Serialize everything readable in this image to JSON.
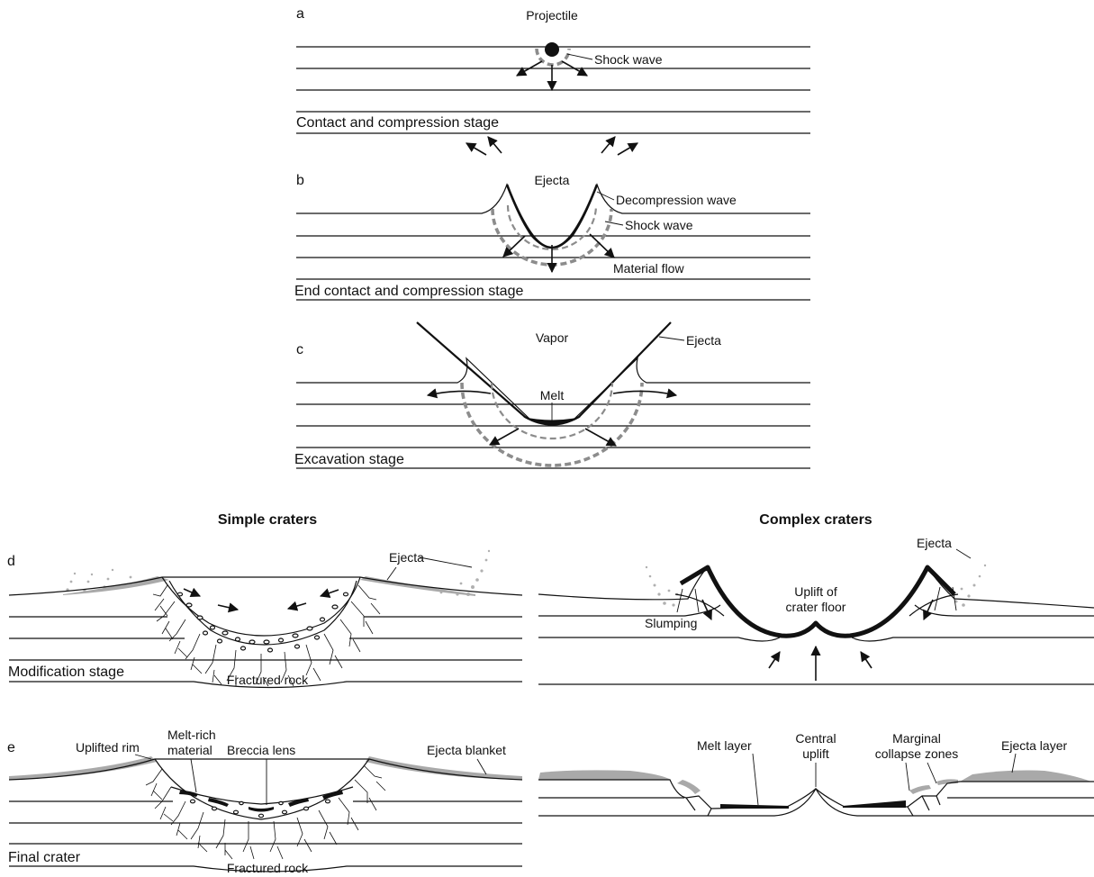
{
  "panels": {
    "a": {
      "letter": "a",
      "projectile": "Projectile",
      "shock_wave": "Shock wave",
      "stage": "Contact and compression stage"
    },
    "b": {
      "letter": "b",
      "ejecta": "Ejecta",
      "decompression_wave": "Decompression wave",
      "shock_wave": "Shock wave",
      "material_flow": "Material flow",
      "stage": "End contact and compression stage"
    },
    "c": {
      "letter": "c",
      "vapor": "Vapor",
      "ejecta": "Ejecta",
      "melt": "Melt",
      "stage": "Excavation stage"
    },
    "d": {
      "letter": "d",
      "ejecta_left": "Ejecta",
      "fractured_rock": "Fractured rock",
      "stage": "Modification stage",
      "ejecta_right": "Ejecta",
      "slumping": "Slumping",
      "uplift_line1": "Uplift of",
      "uplift_line2": "crater floor"
    },
    "e": {
      "letter": "e",
      "uplifted_rim": "Uplifted rim",
      "melt_rich_line1": "Melt-rich",
      "melt_rich_line2": "material",
      "breccia_lens": "Breccia lens",
      "ejecta_blanket": "Ejecta blanket",
      "fractured_rock": "Fractured rock",
      "stage": "Final crater",
      "melt_layer": "Melt layer",
      "central_uplift_line1": "Central",
      "central_uplift_line2": "uplift",
      "marginal_line1": "Marginal",
      "marginal_line2": "collapse zones",
      "ejecta_layer": "Ejecta layer"
    }
  },
  "headers": {
    "simple": "Simple craters",
    "complex": "Complex craters"
  },
  "colors": {
    "ink": "#111111",
    "shock": "#8c8c8c",
    "ejecta_fill": "#a9a9a9"
  }
}
